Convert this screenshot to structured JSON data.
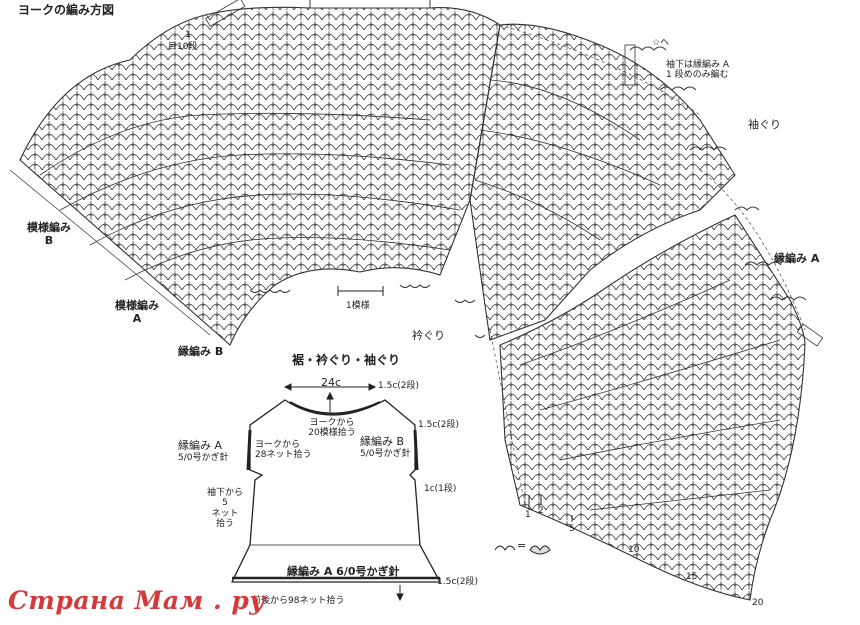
{
  "title": "ヨークの編み方図",
  "yoke": {
    "row1_label": "1",
    "row10_label": "目10段",
    "pattern_b": [
      "模様編み",
      "B"
    ],
    "pattern_a": [
      "模様編み",
      "A"
    ],
    "edging_b": "縁編み B",
    "one_repeat": "1模様",
    "neckline": "衿ぐり",
    "armhole": "袖ぐり",
    "edging_a": "縁編み A",
    "star_note": [
      "☆へ"
    ],
    "underarm_note": [
      "袖下は縁編み A",
      "1 段めのみ編む"
    ],
    "row_numbers": [
      "1",
      "2",
      "5",
      "10",
      "15",
      "20"
    ]
  },
  "schematic": {
    "heading": "裾・衿ぐり・袖ぐり",
    "width": "24c",
    "neck_depth": "1.5c(2段)",
    "armhole_depth": "1.5c(2段)",
    "sleeve_side": "1c(1段)",
    "hem_depth": "1.5c(2段)",
    "yoke_pickup": [
      "ヨークから",
      "20模様拾う"
    ],
    "edging_a_left": [
      "縁編み A",
      "5/0号かぎ針"
    ],
    "yoke_net": [
      "ヨークから",
      "28ネット拾う"
    ],
    "edging_b_right": [
      "縁編み B",
      "5/0号かぎ針"
    ],
    "underarm_pickup": [
      "袖下から",
      "5",
      "ネット",
      "拾う"
    ],
    "hem_edging": "縁編み A  6/0号かぎ針",
    "hem_pickup": "前後から98ネット拾う"
  },
  "legend": {
    "equals": "="
  },
  "watermark": "Страна Мам . ру"
}
